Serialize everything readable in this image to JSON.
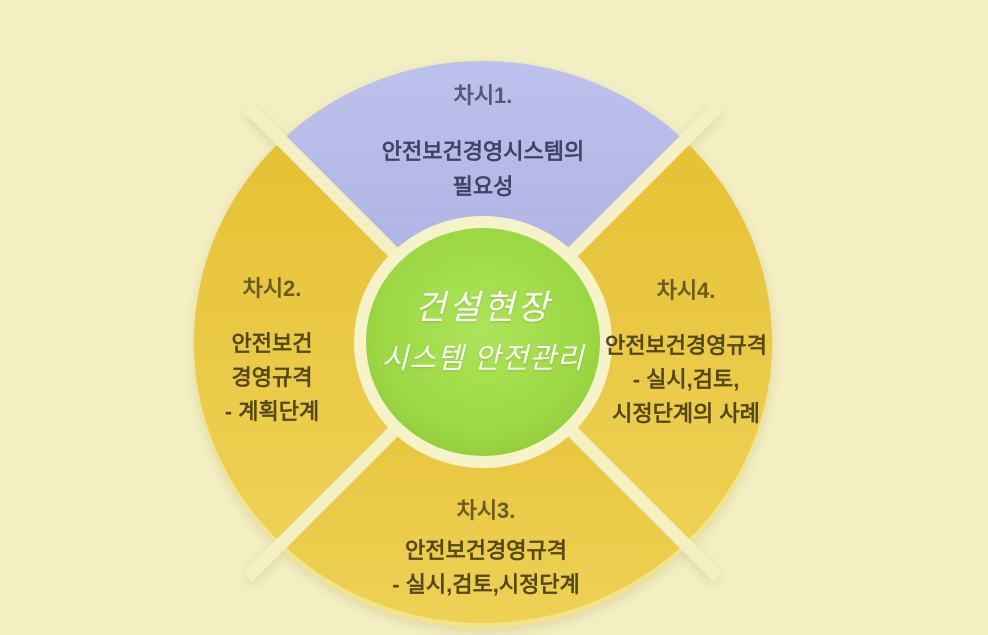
{
  "diagram": {
    "description": "course-session-wheel",
    "center": {
      "lines": [
        "건설현장",
        "시스템 안전관리"
      ]
    },
    "segments": [
      {
        "id": "session-1",
        "position": "top",
        "title": "차시1.",
        "lines": [
          "안전보건경영시스템의",
          "필요성"
        ]
      },
      {
        "id": "session-2",
        "position": "left",
        "title": "차시2.",
        "lines": [
          "안전보건",
          "경영규격",
          "- 계획단계"
        ]
      },
      {
        "id": "session-3",
        "position": "bottom",
        "title": "차시3.",
        "lines": [
          "안전보건경영규격",
          "- 실시,검토,시정단계"
        ]
      },
      {
        "id": "session-4",
        "position": "right",
        "title": "차시4.",
        "lines": [
          "안전보건경영규격",
          "- 실시,검토,",
          "시정단계의 사례"
        ]
      }
    ],
    "colors": {
      "background": "#f4f0c4",
      "segment_lavender": "#b4b8e6",
      "segment_yellow": "#e9c63c",
      "center_green": "#9ad63f",
      "center_ring": "#f6f2ca",
      "divider": "#f4f0c4",
      "lavender_title_text": "#585874",
      "lavender_body_text": "#3e4368",
      "yellow_title_text": "#6a5b24",
      "yellow_body_text": "#554814",
      "center_text": "#ffffff"
    }
  }
}
